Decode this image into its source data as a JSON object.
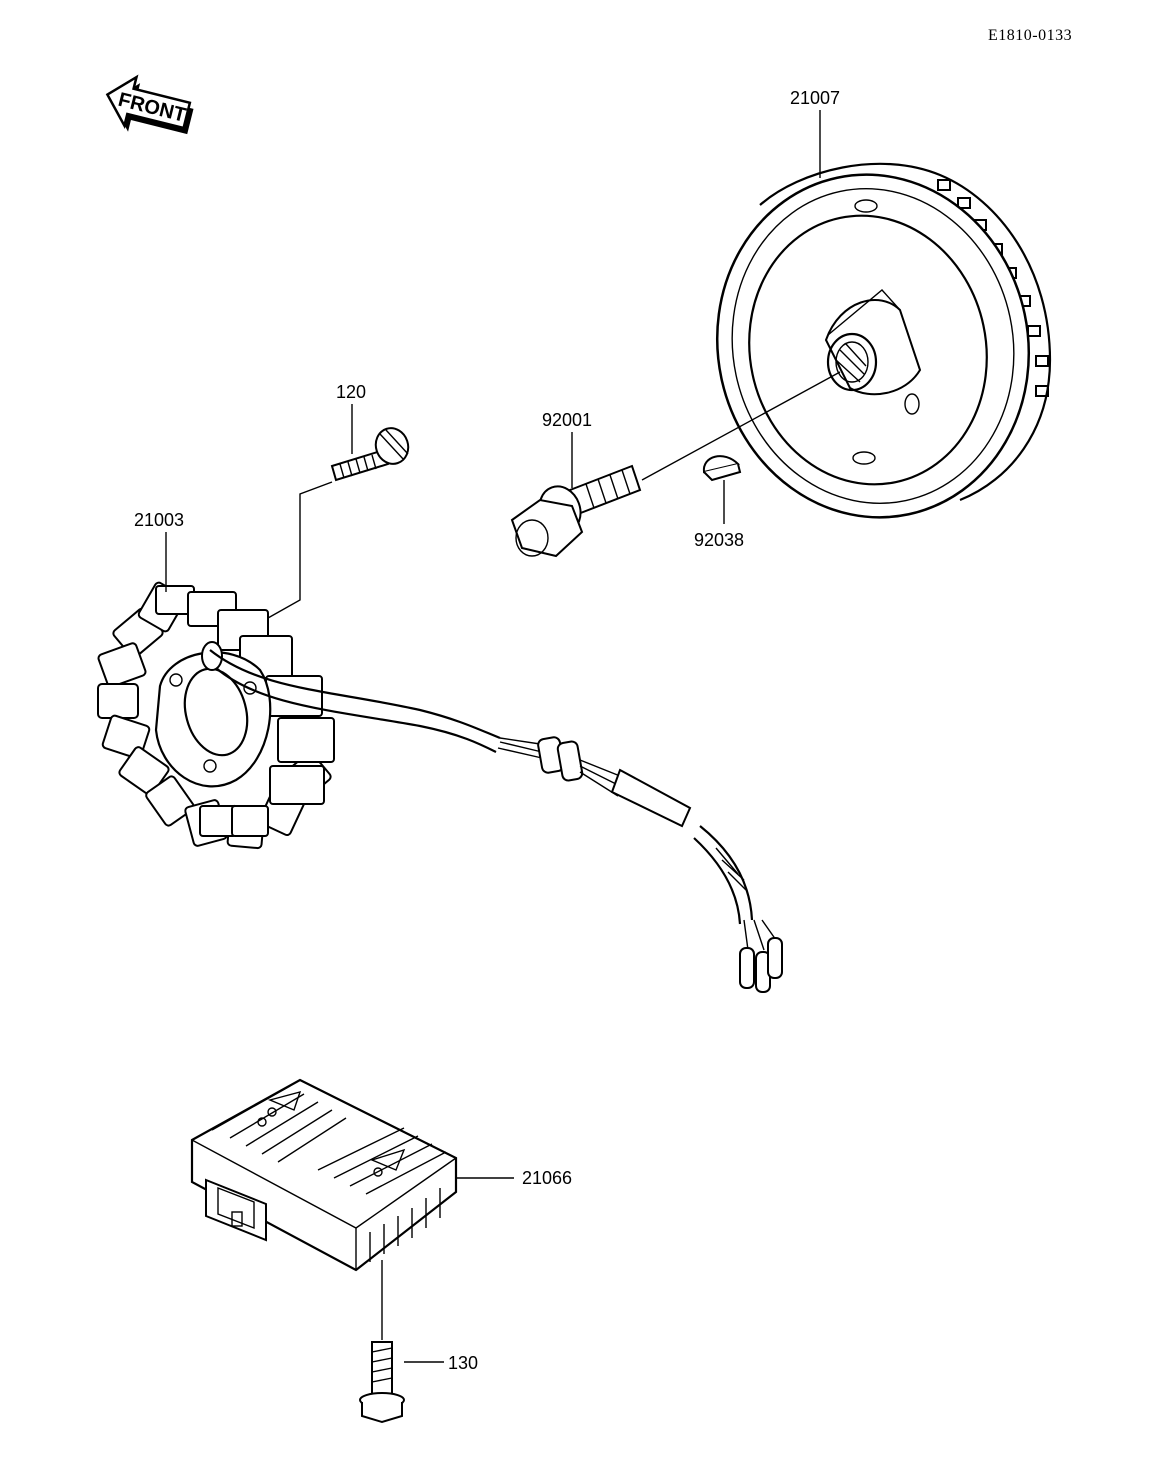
{
  "reference_code": "E1810-0133",
  "direction_label": "FRONT",
  "parts": [
    {
      "number": "21007"
    },
    {
      "number": "120"
    },
    {
      "number": "92001"
    },
    {
      "number": "21003"
    },
    {
      "number": "92038"
    },
    {
      "number": "21066"
    },
    {
      "number": "130"
    }
  ]
}
